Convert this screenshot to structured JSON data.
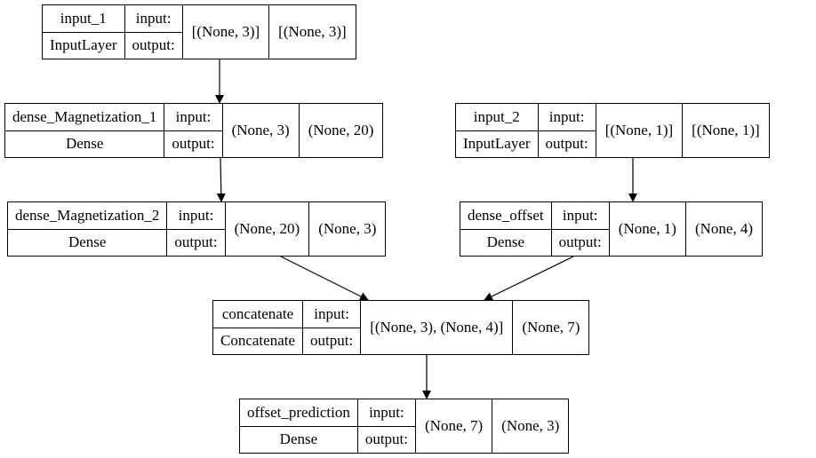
{
  "labels": {
    "input": "input:",
    "output": "output:"
  },
  "nodes": [
    {
      "id": "input_1",
      "name": "input_1",
      "type": "InputLayer",
      "input_shape": "[(None, 3)]",
      "output_shape": "[(None, 3)]"
    },
    {
      "id": "dense_Magnetization_1",
      "name": "dense_Magnetization_1",
      "type": "Dense",
      "input_shape": "(None, 3)",
      "output_shape": "(None, 20)"
    },
    {
      "id": "input_2",
      "name": "input_2",
      "type": "InputLayer",
      "input_shape": "[(None, 1)]",
      "output_shape": "[(None, 1)]"
    },
    {
      "id": "dense_Magnetization_2",
      "name": "dense_Magnetization_2",
      "type": "Dense",
      "input_shape": "(None, 20)",
      "output_shape": "(None, 3)"
    },
    {
      "id": "dense_offset",
      "name": "dense_offset",
      "type": "Dense",
      "input_shape": "(None, 1)",
      "output_shape": "(None, 4)"
    },
    {
      "id": "concatenate",
      "name": "concatenate",
      "type": "Concatenate",
      "input_shape": "[(None, 3), (None, 4)]",
      "output_shape": "(None, 7)"
    },
    {
      "id": "offset_prediction",
      "name": "offset_prediction",
      "type": "Dense",
      "input_shape": "(None, 7)",
      "output_shape": "(None, 3)"
    }
  ],
  "edges": [
    {
      "from": "input_1",
      "to": "dense_Magnetization_1"
    },
    {
      "from": "dense_Magnetization_1",
      "to": "dense_Magnetization_2"
    },
    {
      "from": "input_2",
      "to": "dense_offset"
    },
    {
      "from": "dense_Magnetization_2",
      "to": "concatenate"
    },
    {
      "from": "dense_offset",
      "to": "concatenate"
    },
    {
      "from": "concatenate",
      "to": "offset_prediction"
    }
  ]
}
